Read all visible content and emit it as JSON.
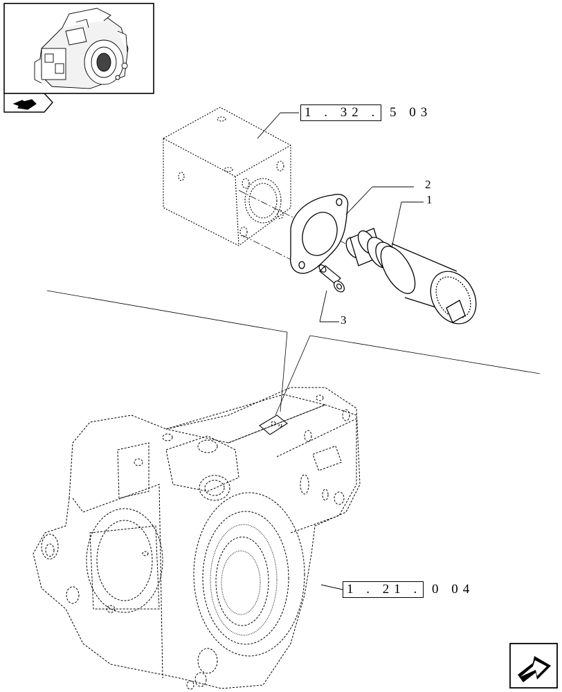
{
  "references": [
    {
      "id": "ref-top",
      "boxed": "1 . 32 .",
      "rest": "5  03"
    },
    {
      "id": "ref-bottom",
      "boxed": "1 . 21 .",
      "rest": "0  04"
    }
  ],
  "callouts": [
    {
      "id": "callout-1",
      "label": "1"
    },
    {
      "id": "callout-2",
      "label": "2"
    },
    {
      "id": "callout-3",
      "label": "3"
    }
  ],
  "icons": {
    "thumbnail": "transmission-housing-thumbnail",
    "thumbnail_arrow": "bookmark-arrow-icon",
    "nav": "next-page-arrow-icon"
  }
}
